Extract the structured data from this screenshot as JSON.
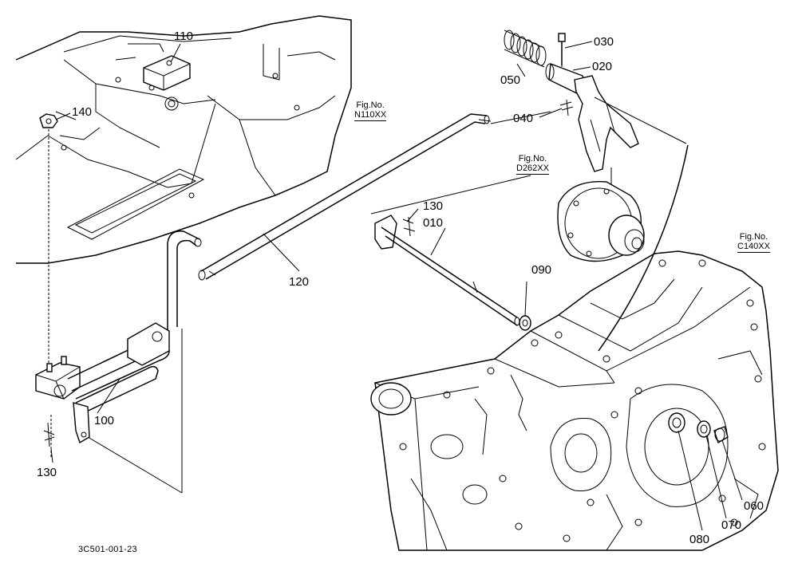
{
  "parts": [
    {
      "id": "p110",
      "label": "110"
    },
    {
      "id": "p140",
      "label": "140"
    },
    {
      "id": "p030",
      "label": "030"
    },
    {
      "id": "p020",
      "label": "020"
    },
    {
      "id": "p050",
      "label": "050"
    },
    {
      "id": "p040",
      "label": "040"
    },
    {
      "id": "p130a",
      "label": "130"
    },
    {
      "id": "p010",
      "label": "010"
    },
    {
      "id": "p120",
      "label": "120"
    },
    {
      "id": "p090",
      "label": "090"
    },
    {
      "id": "p100",
      "label": "100"
    },
    {
      "id": "p130b",
      "label": "130"
    },
    {
      "id": "p060",
      "label": "060"
    },
    {
      "id": "p070",
      "label": "070"
    },
    {
      "id": "p080",
      "label": "080"
    }
  ],
  "refs": [
    {
      "prefix": "Fig.No.",
      "code": "N110XX"
    },
    {
      "prefix": "Fig.No.",
      "code": "D262XX"
    },
    {
      "prefix": "Fig.No.",
      "code": "C140XX"
    }
  ],
  "drawing_number": "3C501-001-23"
}
